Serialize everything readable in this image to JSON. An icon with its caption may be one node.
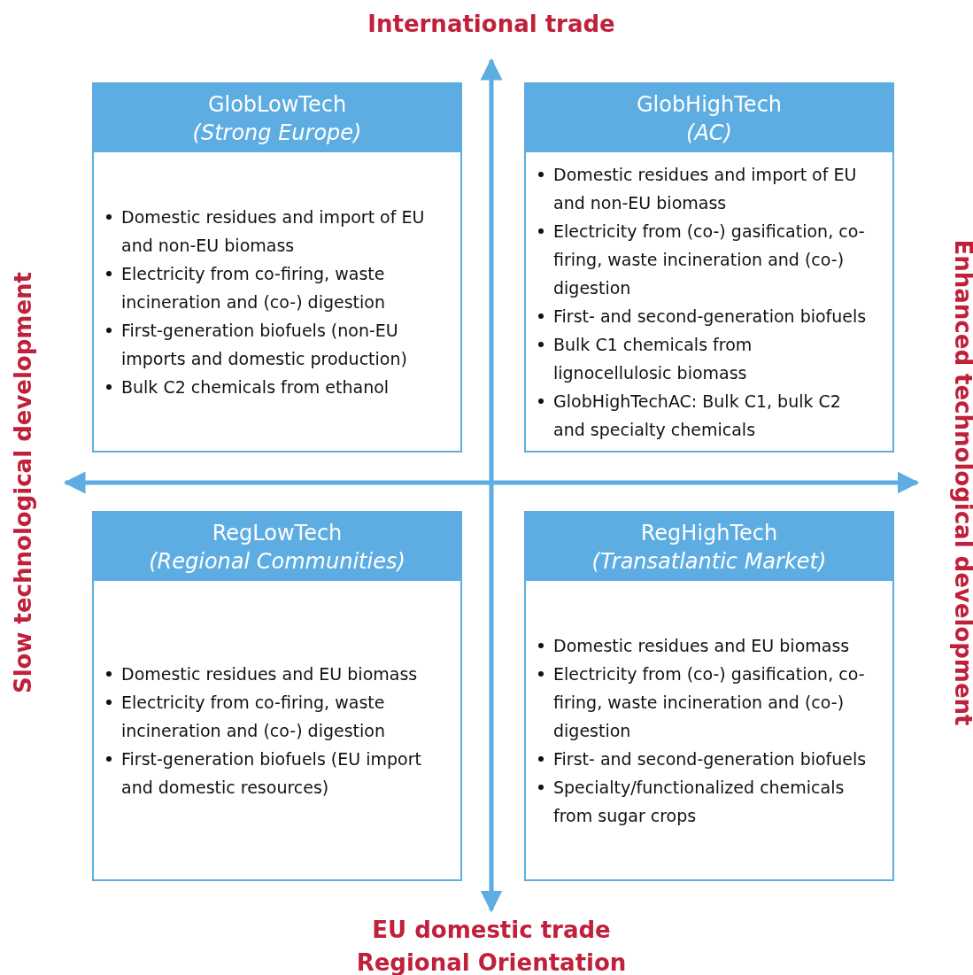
{
  "diagram": {
    "nodes": [
      {
        "text": [
          "GlobLowTech",
          "(Strong Europe)",
          "Domestic residues and import of EU and non-EU biomass",
          "Electricity from co-firing, waste incineration and (co-) digestion",
          "First-generation biofuels (non-EU imports and domestic production)",
          "Bulk C2 chemicals from ethanol"
        ]
      },
      {
        "text": [
          "GlobHighTech",
          "(AC)",
          "Domestic residues and import of EU and non-EU biomass",
          "Electricity from (co-) gasification, co-firing, waste incineration and (co-) digestion",
          "First- and second-generation biofuels",
          "Bulk C1 chemicals from lignocellulosic biomass",
          "GlobHighTechAC: Bulk C1, bulk C2 and specialty chemicals"
        ]
      },
      {
        "text": [
          "RegLowTech",
          "(Regional Communities)",
          "Domestic residues and EU biomass",
          "Electricity from co-firing, waste incineration and (co-) digestion",
          "First-generation biofuels (EU import and domestic resources)"
        ]
      },
      {
        "text": [
          "RegHighTech",
          "(Transatlantic Market)",
          "Domestic residues and EU biomass",
          "Electricity from (co-) gasification, co-firing, waste incineration and (co-) digestion",
          "First- and second-generation biofuels",
          "Specialty/functionalized chemicals from sugar crops"
        ]
      }
    ],
    "edges": [],
    "labels": [
      "International trade",
      "Slow technological development",
      "Enhanced technological development",
      "EU domestic trade",
      "Regional Orientation"
    ]
  }
}
